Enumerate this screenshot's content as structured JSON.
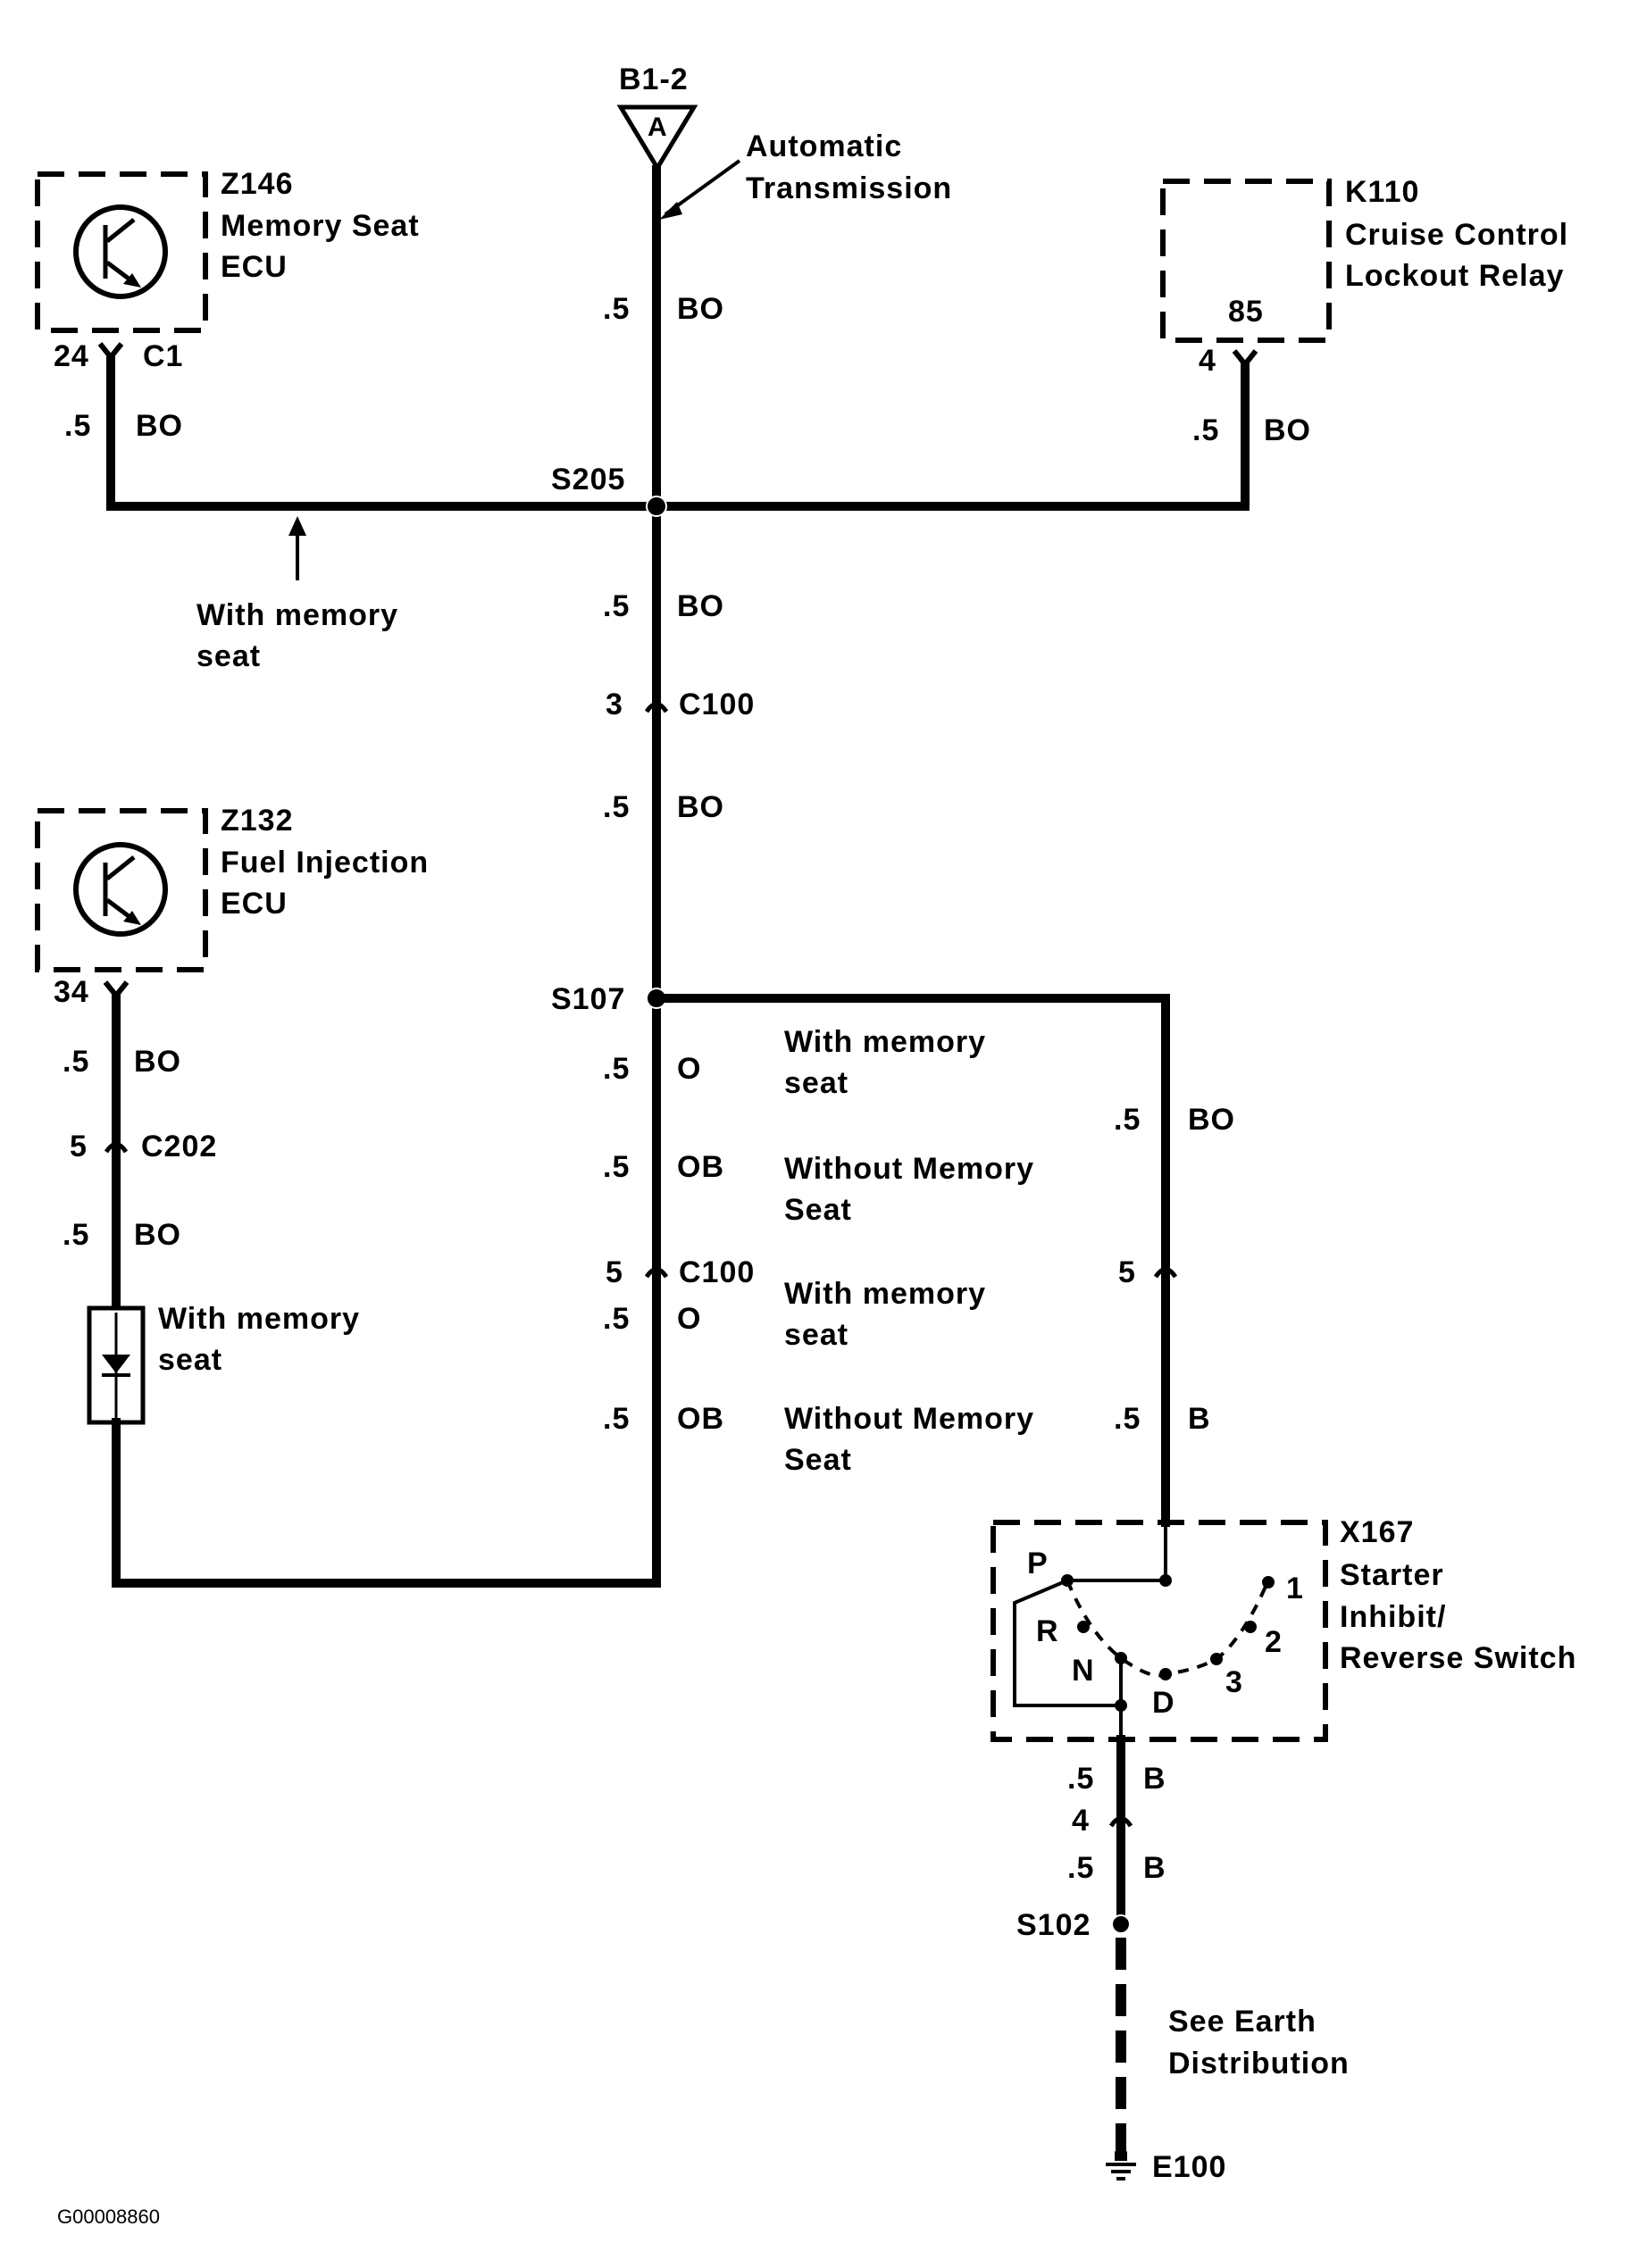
{
  "source": {
    "name": "B1-2",
    "letter": "A",
    "note_line1": "Automatic",
    "note_line2": "Transmission"
  },
  "z146": {
    "id": "Z146",
    "line1": "Memory Seat",
    "line2": "ECU",
    "pin": "24",
    "connector": "C1"
  },
  "k110": {
    "id": "K110",
    "line1": "Cruise Control",
    "line2": "Lockout Relay",
    "terminal": "85",
    "pin": "4"
  },
  "z132": {
    "id": "Z132",
    "line1": "Fuel Injection",
    "line2": "ECU",
    "pin": "34"
  },
  "x167": {
    "id": "X167",
    "line1": "Starter",
    "line2": "Inhibit/",
    "line3": "Reverse Switch",
    "positions": [
      "P",
      "R",
      "N",
      "D",
      "3",
      "2",
      "1"
    ]
  },
  "splices": {
    "s205": "S205",
    "s107": "S107",
    "s102": "S102"
  },
  "connectors": {
    "c100": "C100",
    "c202": "C202",
    "c100_pin_upper": "3",
    "c100_pin_lower": "5",
    "c202_pin": "5",
    "right_pin": "5",
    "bottom_pin": "4"
  },
  "wire_size": ".5",
  "wire_colors": {
    "bo": "BO",
    "o": "O",
    "ob": "OB",
    "b": "B"
  },
  "notes": {
    "with_memory_line1": "With memory",
    "with_memory_line2": "seat",
    "without_memory_line1": "Without Memory",
    "without_memory_line2": "Seat"
  },
  "ground": {
    "label": "E100",
    "see_line1": "See Earth",
    "see_line2": "Distribution"
  },
  "figure_code": "G00008860"
}
